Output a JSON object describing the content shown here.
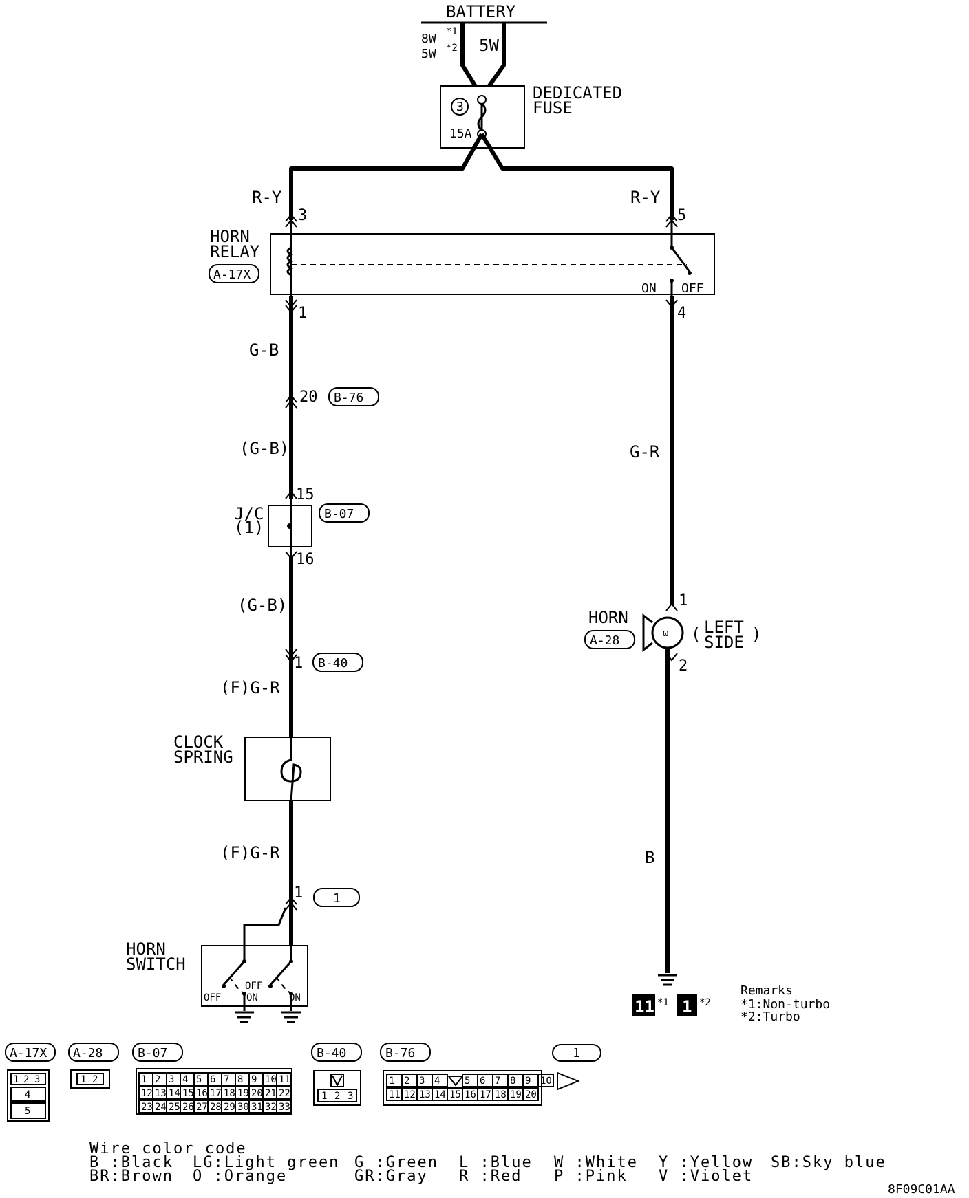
{
  "diagram": {
    "battery": {
      "label": "BATTERY",
      "wire_left_top": "8W",
      "wire_left_top_note": "*1",
      "wire_left_bottom": "5W",
      "wire_left_bottom_note": "*2",
      "wire_right": "5W"
    },
    "fuse": {
      "label_line1": "DEDICATED",
      "label_line2": "FUSE",
      "number": "3",
      "rating": "15A"
    },
    "horn_relay": {
      "label_line1": "HORN",
      "label_line2": "RELAY",
      "connector": "A-17X",
      "on": "ON",
      "off": "OFF"
    },
    "wires": {
      "left_top": "R-Y",
      "right_top": "R-Y",
      "gb1": "G-B",
      "gb2": "(G-B)",
      "gb3": "(G-B)",
      "fgr1": "(F)G-R",
      "fgr2": "(F)G-R",
      "gr": "G-R",
      "b": "B"
    },
    "pins": {
      "relay_3": "3",
      "relay_5": "5",
      "relay_1": "1",
      "relay_4": "4",
      "b76_pin": "20",
      "jc_15": "15",
      "jc_16": "16",
      "b40_pin": "1",
      "sw_pin": "1",
      "horn_1": "1",
      "horn_2": "2"
    },
    "connectors": {
      "b76": "B-76",
      "b07": "B-07",
      "b40": "B-40",
      "sw": "1"
    },
    "jc": {
      "line1": "J/C",
      "line2": "(1)"
    },
    "clock_spring": {
      "line1": "CLOCK",
      "line2": "SPRING"
    },
    "horn": {
      "label": "HORN",
      "connector": "A-28",
      "side_line1": "LEFT",
      "side_line2": "SIDE"
    },
    "horn_switch": {
      "line1": "HORN",
      "line2": "SWITCH",
      "off1": "OFF",
      "on1": "ON",
      "off2": "OFF",
      "on2": "ON"
    },
    "ground_marks": {
      "mark1": "11",
      "note1": "*1",
      "mark2": "1",
      "note2": "*2"
    },
    "remarks": {
      "title": "Remarks",
      "line1": "*1:Non-turbo",
      "line2": "*2:Turbo"
    }
  },
  "connector_views": {
    "a17x": {
      "label": "A-17X",
      "pins": [
        "1",
        "2",
        "3",
        "4",
        "5"
      ]
    },
    "a28": {
      "label": "A-28",
      "pins": [
        "1",
        "2"
      ]
    },
    "b07": {
      "label": "B-07",
      "pins": [
        "1",
        "2",
        "3",
        "4",
        "5",
        "6",
        "7",
        "8",
        "9",
        "10",
        "11",
        "12",
        "13",
        "14",
        "15",
        "16",
        "17",
        "18",
        "19",
        "20",
        "21",
        "22",
        "23",
        "24",
        "25",
        "26",
        "27",
        "28",
        "29",
        "30",
        "31",
        "32",
        "33"
      ]
    },
    "b40": {
      "label": "B-40",
      "pins": [
        "1",
        "2",
        "3"
      ]
    },
    "b76": {
      "label": "B-76",
      "pins": [
        "1",
        "2",
        "3",
        "4",
        "5",
        "6",
        "7",
        "8",
        "9",
        "10",
        "11",
        "12",
        "13",
        "14",
        "15",
        "16",
        "17",
        "18",
        "19",
        "20"
      ]
    },
    "c1": {
      "label": "1"
    }
  },
  "legend": {
    "title": "Wire color code",
    "items": [
      [
        "B :Black",
        "BR:Brown"
      ],
      [
        "LG:Light green",
        "O :Orange"
      ],
      [
        "G :Green",
        "GR:Gray"
      ],
      [
        "L :Blue",
        "R :Red"
      ],
      [
        "W :White",
        "P :Pink"
      ],
      [
        "Y :Yellow",
        "V :Violet"
      ],
      [
        "SB:Sky blue",
        ""
      ]
    ]
  },
  "figure_code": "8F09C01AA"
}
